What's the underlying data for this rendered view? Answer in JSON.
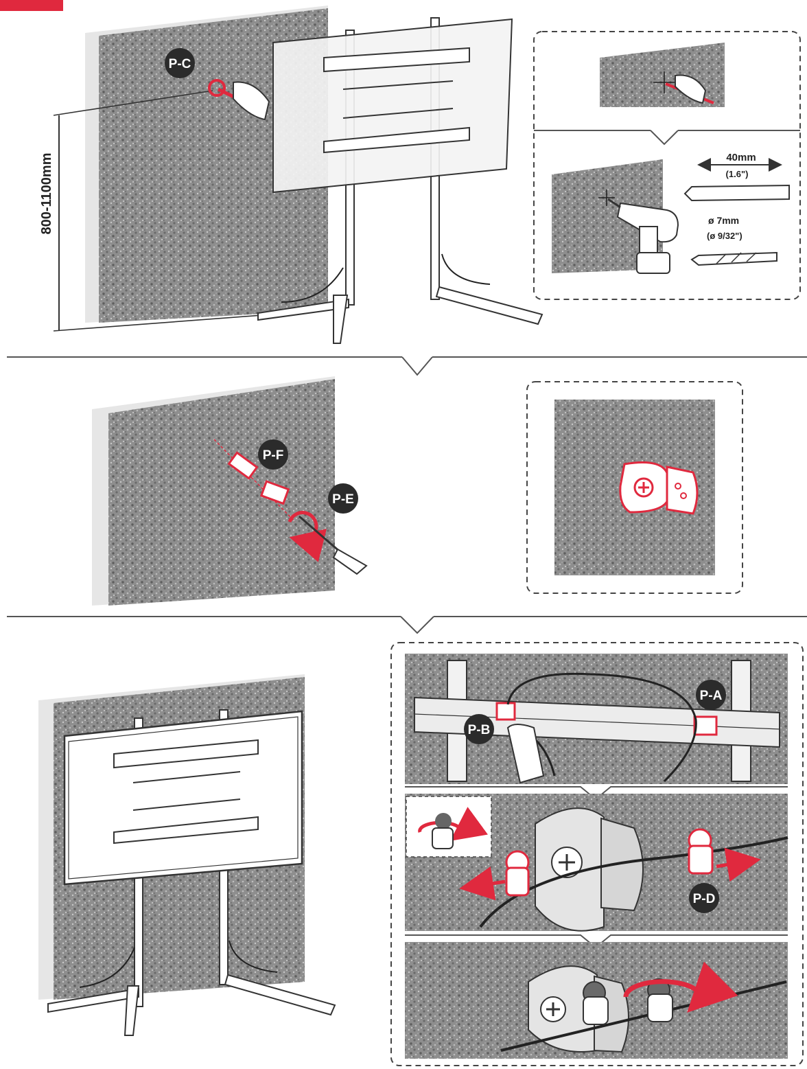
{
  "colors": {
    "accent": "#e0293e",
    "badge": "#2b2b2b",
    "wall": "#8f8f8f",
    "wall_edge": "#d9d9d9",
    "line": "#333333"
  },
  "labels": {
    "height_range": "800-1100mm",
    "badge_pc": "P-C",
    "badge_pf": "P-F",
    "badge_pe": "P-E",
    "badge_pa": "P-A",
    "badge_pb": "P-B",
    "badge_pd": "P-D",
    "depth_mm": "40mm",
    "depth_in": "(1.6\")",
    "diameter_mm": "ø 7mm",
    "diameter_in": "(ø 9/32\")"
  },
  "icons": {
    "corner_tab": "red-corner-tab",
    "pencil": "pencil-icon",
    "drill": "drill-icon",
    "drill_bit": "drill-bit-icon",
    "screwdriver": "screwdriver-icon",
    "bracket": "wall-bracket-icon",
    "rotate": "rotate-arrow-icon"
  }
}
